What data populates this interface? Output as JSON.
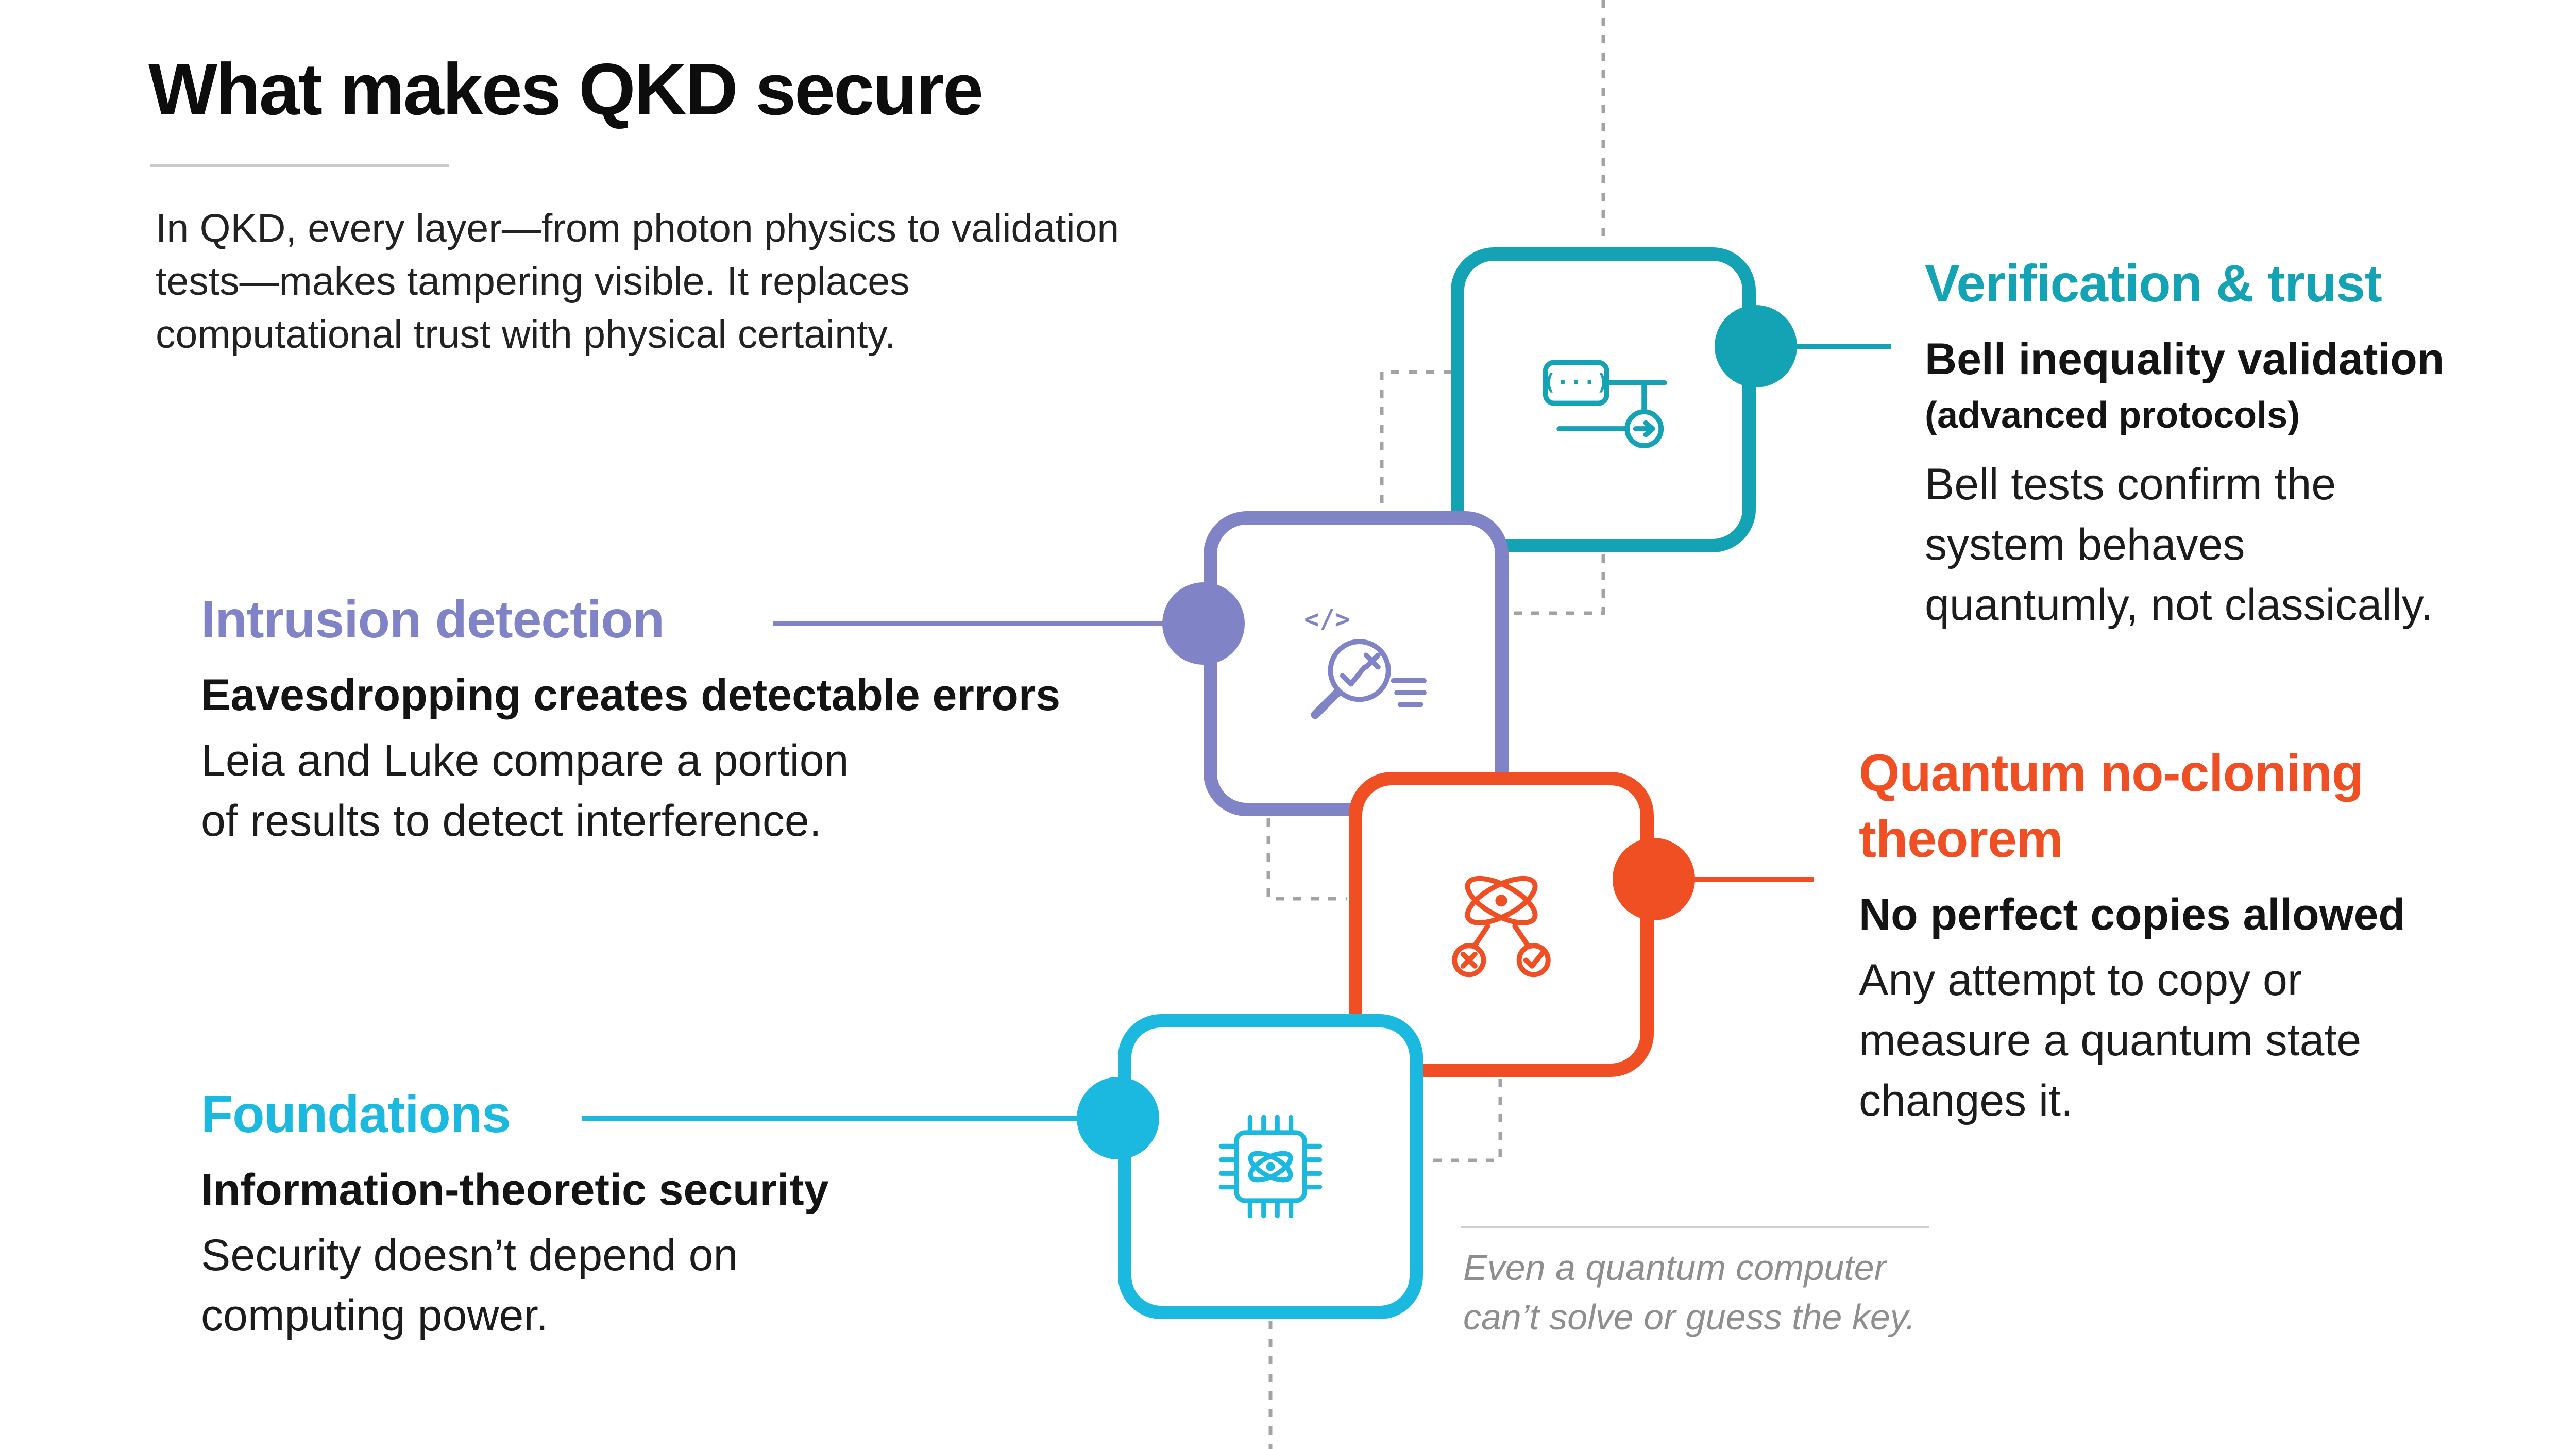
{
  "title": "What makes QKD secure",
  "intro_lines": [
    "In QKD, every layer—from photon physics to validation",
    "tests—makes tampering visible. It replaces",
    "computational trust with physical certainty."
  ],
  "colors": {
    "teal": "#14a3b4",
    "purple": "#8084c7",
    "orange": "#f04e23",
    "cyan": "#1bb8e0",
    "dashed_connector": "#a3a3a3",
    "body_text": "#1c1c1c",
    "footnote_gray": "#8e8e8e"
  },
  "steps": [
    {
      "id": "verification-trust",
      "icon": "quantum-circuit-icon",
      "color": "#14a3b4",
      "heading_lines": [
        "Verification & trust"
      ],
      "subtitle": "Bell inequality validation",
      "subtitle_note": "(advanced protocols)",
      "body_lines": [
        "Bell tests confirm the",
        "system behaves",
        "quantumly, not classically."
      ]
    },
    {
      "id": "intrusion-detection",
      "icon": "code-inspection-icon",
      "color": "#8084c7",
      "heading_lines": [
        "Intrusion detection"
      ],
      "subtitle": "Eavesdropping creates detectable errors",
      "body_lines": [
        "Leia and Luke compare a portion",
        "of results to detect interference."
      ]
    },
    {
      "id": "quantum-no-cloning",
      "icon": "atom-verify-icon",
      "color": "#f04e23",
      "heading_lines": [
        "Quantum no-cloning",
        "theorem"
      ],
      "subtitle": "No perfect copies allowed",
      "body_lines": [
        "Any attempt to copy or",
        "measure a quantum state",
        "changes it."
      ]
    },
    {
      "id": "foundations",
      "icon": "quantum-chip-icon",
      "color": "#1bb8e0",
      "heading_lines": [
        "Foundations"
      ],
      "subtitle": "Information-theoretic security",
      "body_lines": [
        "Security doesn’t depend on",
        "computing power."
      ]
    }
  ],
  "footnote_lines": [
    "Even a quantum computer",
    "can’t solve or guess the key."
  ]
}
